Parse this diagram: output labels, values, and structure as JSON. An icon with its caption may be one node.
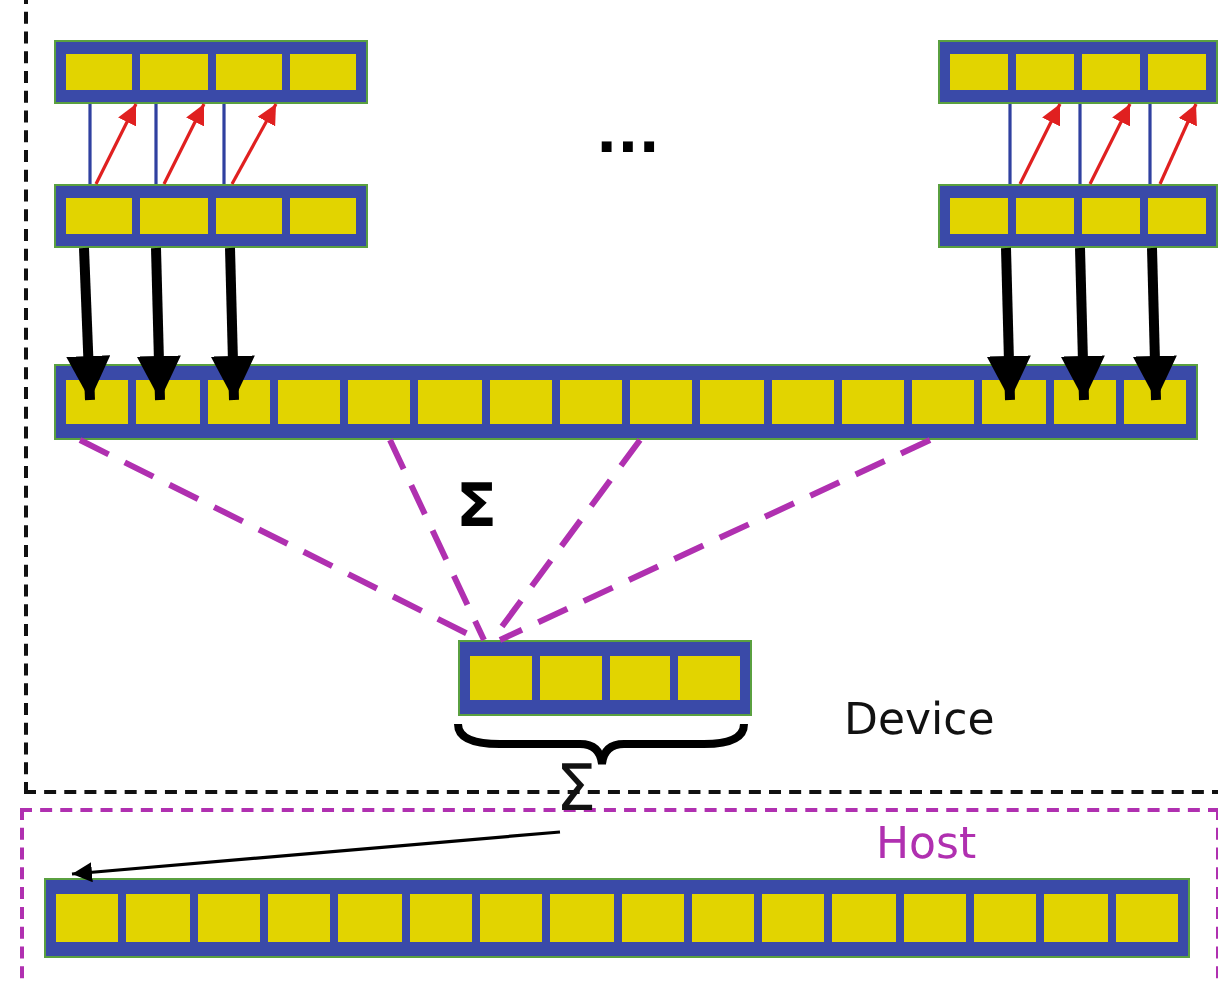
{
  "diagram": {
    "nodes": [
      {
        "text": [
          "Device"
        ]
      },
      {
        "text": [],
        "shape": "bar",
        "in": 0
      },
      {
        "text": [],
        "shape": "bar",
        "in": 0
      },
      {
        "text": [],
        "shape": "bar",
        "in": 0
      },
      {
        "text": [],
        "shape": "bar",
        "in": 0
      },
      {
        "text": [],
        "shape": "bar",
        "in": 0
      },
      {
        "text": [],
        "shape": "bar",
        "in": 0
      },
      {
        "text": [
          "Host"
        ]
      },
      {
        "text": [],
        "shape": "bar",
        "in": 7
      },
      {
        "text": [
          "Σ"
        ]
      }
    ],
    "edges": [
      {
        "from": 2,
        "to": 1,
        "arrow": "none",
        "color": "#3040a0"
      },
      {
        "from": 2,
        "to": 1,
        "arrow": "to",
        "color": "#e02020"
      },
      {
        "from": 2,
        "to": 1,
        "arrow": "none",
        "color": "#3040a0"
      },
      {
        "from": 2,
        "to": 1,
        "arrow": "to",
        "color": "#e02020"
      },
      {
        "from": 2,
        "to": 1,
        "arrow": "none",
        "color": "#3040a0"
      },
      {
        "from": 2,
        "to": 1,
        "arrow": "to",
        "color": "#e02020"
      },
      {
        "from": 4,
        "to": 3,
        "arrow": "none",
        "color": "#3040a0"
      },
      {
        "from": 4,
        "to": 3,
        "arrow": "to",
        "color": "#e02020"
      },
      {
        "from": 4,
        "to": 3,
        "arrow": "none",
        "color": "#3040a0"
      },
      {
        "from": 4,
        "to": 3,
        "arrow": "to",
        "color": "#e02020"
      },
      {
        "from": 4,
        "to": 3,
        "arrow": "none",
        "color": "#3040a0"
      },
      {
        "from": 4,
        "to": 3,
        "arrow": "to",
        "color": "#e02020"
      },
      {
        "from": 2,
        "to": 5,
        "arrow": "to",
        "style": "thick"
      },
      {
        "from": 2,
        "to": 5,
        "arrow": "to",
        "style": "thick"
      },
      {
        "from": 2,
        "to": 5,
        "arrow": "to",
        "style": "thick"
      },
      {
        "from": 4,
        "to": 5,
        "arrow": "to",
        "style": "thick"
      },
      {
        "from": 4,
        "to": 5,
        "arrow": "to",
        "style": "thick"
      },
      {
        "from": 4,
        "to": 5,
        "arrow": "to",
        "style": "thick"
      },
      {
        "from": 5,
        "to": 6,
        "arrow": "none",
        "style": "dashed",
        "color": "#b030b0"
      },
      {
        "from": 5,
        "to": 6,
        "arrow": "none",
        "style": "dashed",
        "color": "#b030b0"
      },
      {
        "from": 5,
        "to": 6,
        "arrow": "none",
        "style": "dashed",
        "color": "#b030b0"
      },
      {
        "from": 5,
        "to": 6,
        "arrow": "none",
        "style": "dashed",
        "color": "#b030b0"
      },
      {
        "from": 9,
        "to": 8,
        "arrow": "to"
      }
    ],
    "labels": [
      "...",
      "Σ"
    ]
  }
}
